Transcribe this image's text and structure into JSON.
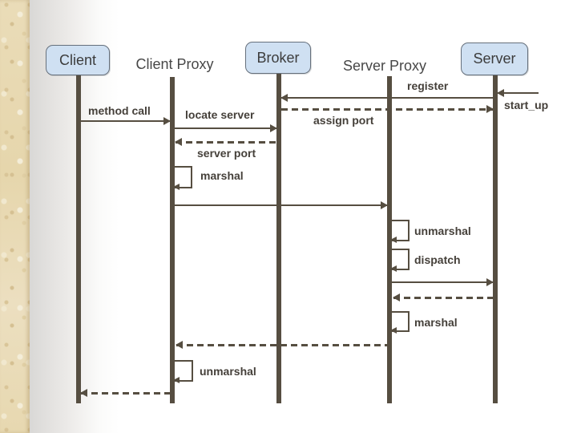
{
  "diagram": {
    "pattern": "Broker sequence diagram",
    "participants": {
      "client": {
        "label": "Client",
        "style": "box"
      },
      "client_proxy": {
        "label": "Client Proxy",
        "style": "text"
      },
      "broker": {
        "label": "Broker",
        "style": "box"
      },
      "server_proxy": {
        "label": "Server Proxy",
        "style": "text"
      },
      "server": {
        "label": "Server",
        "style": "box"
      }
    },
    "messages": {
      "start_up": {
        "label": "start_up",
        "from": "offpage-right",
        "to": "server",
        "kind": "solid"
      },
      "register": {
        "label": "register",
        "from": "server",
        "to": "broker",
        "kind": "solid"
      },
      "assign_port": {
        "label": "assign port",
        "from": "broker",
        "to": "server",
        "kind": "dashed"
      },
      "method_call": {
        "label": "method call",
        "from": "client",
        "to": "client_proxy",
        "kind": "solid"
      },
      "locate_server": {
        "label": "locate server",
        "from": "client_proxy",
        "to": "broker",
        "kind": "solid"
      },
      "server_port": {
        "label": "server port",
        "from": "broker",
        "to": "client_proxy",
        "kind": "dashed"
      },
      "marshal_client": {
        "label": "marshal",
        "from": "client_proxy",
        "to": "client_proxy",
        "kind": "self"
      },
      "forward_request": {
        "from": "client_proxy",
        "to": "server_proxy",
        "kind": "solid"
      },
      "unmarshal_server": {
        "label": "unmarshal",
        "from": "server_proxy",
        "to": "server_proxy",
        "kind": "self"
      },
      "dispatch": {
        "label": "dispatch",
        "from": "server_proxy",
        "to": "server_proxy",
        "kind": "self"
      },
      "call_server": {
        "from": "server_proxy",
        "to": "server",
        "kind": "solid"
      },
      "server_reply": {
        "from": "server",
        "to": "server_proxy",
        "kind": "dashed"
      },
      "marshal_server": {
        "label": "marshal",
        "from": "server_proxy",
        "to": "server_proxy",
        "kind": "self"
      },
      "proxy_reply": {
        "from": "server_proxy",
        "to": "client_proxy",
        "kind": "dashed"
      },
      "unmarshal_client": {
        "label": "unmarshal",
        "from": "client_proxy",
        "to": "client_proxy",
        "kind": "self"
      },
      "client_reply": {
        "from": "client_proxy",
        "to": "client",
        "kind": "dashed"
      }
    },
    "colors": {
      "line": "#564e41",
      "label": "#45403a",
      "box_fill": "#cfe0f2",
      "box_border": "#66707c",
      "box_text": "#3c3c3c",
      "texture_base": "#e9dcba"
    }
  }
}
